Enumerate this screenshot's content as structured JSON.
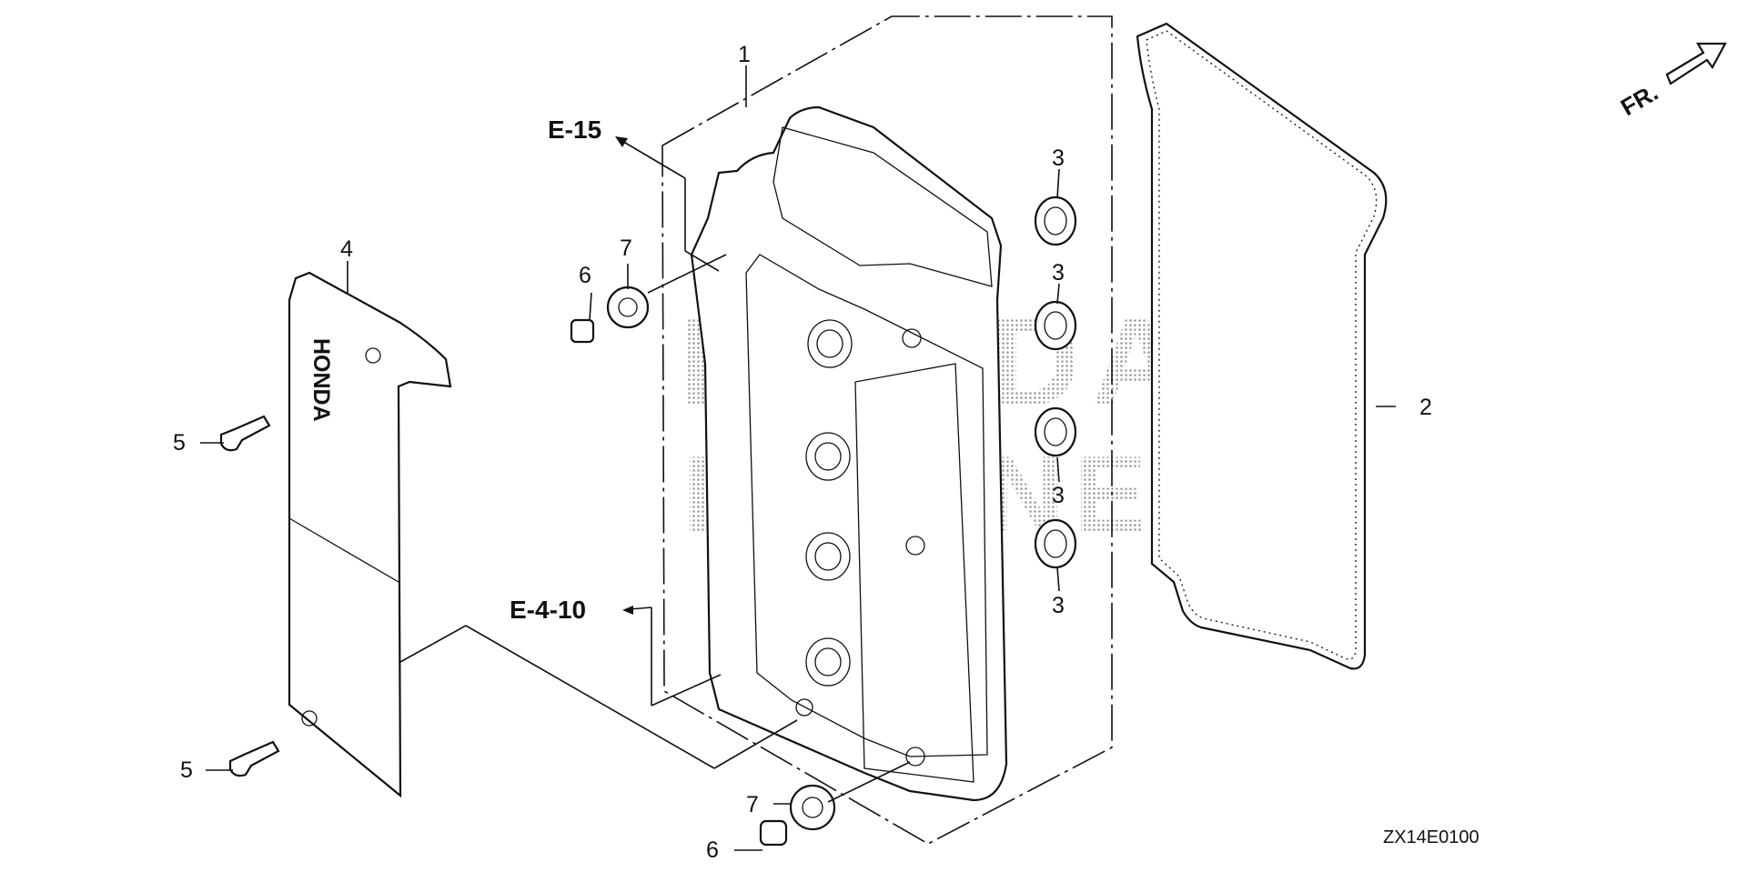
{
  "diagram": {
    "code": "ZX14E0100",
    "direction_label": "FR.",
    "watermark_lines": [
      "HONDA",
      "ENGINE"
    ],
    "brand_emboss": "HONDA",
    "refs": {
      "e15": "E-15",
      "e410": "E-4-10"
    },
    "callouts": {
      "c1": "1",
      "c2": "2",
      "c3a": "3",
      "c3b": "3",
      "c3c": "3",
      "c3d": "3",
      "c4": "4",
      "c5a": "5",
      "c5b": "5",
      "c6a": "6",
      "c6b": "6",
      "c7a": "7",
      "c7b": "7"
    }
  }
}
